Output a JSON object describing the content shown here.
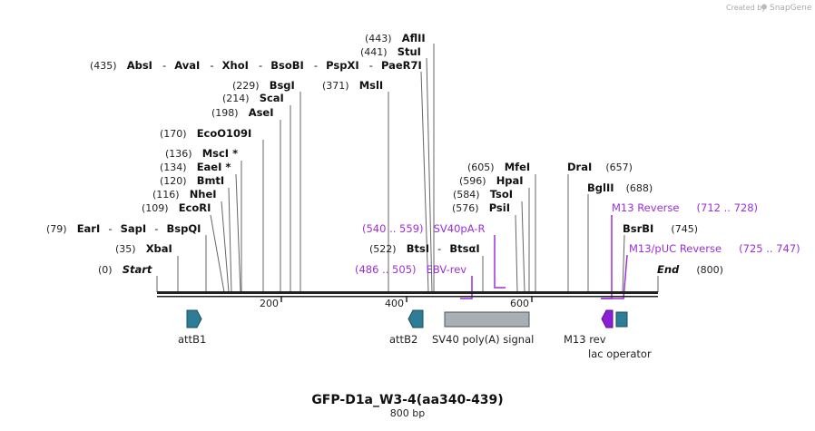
{
  "credit": {
    "created_by": "Created by",
    "brand": "SnapGene"
  },
  "title": "GFP-D1a_W3-4(aa340-439)",
  "subtitle": "800 bp",
  "ends": {
    "start": {
      "pos": "(0)",
      "label": "Start"
    },
    "end": {
      "pos": "(800)",
      "label": "End"
    }
  },
  "ticks": [
    "200",
    "400",
    "600"
  ],
  "sites": {
    "xbai": {
      "pos": "(35)",
      "name": "XbaI"
    },
    "eari": {
      "pos": "(79)",
      "name": "EarI"
    },
    "sapi": {
      "name": "SapI"
    },
    "bspqi": {
      "name": "BspQI"
    },
    "ecori": {
      "pos": "(109)",
      "name": "EcoRI"
    },
    "nhei": {
      "pos": "(116)",
      "name": "NheI"
    },
    "bmti": {
      "pos": "(120)",
      "name": "BmtI"
    },
    "eaei": {
      "pos": "(134)",
      "name": "EaeI *"
    },
    "msci": {
      "pos": "(136)",
      "name": "MscI *"
    },
    "ecoo": {
      "pos": "(170)",
      "name": "EcoO109I"
    },
    "asei": {
      "pos": "(198)",
      "name": "AseI"
    },
    "scai": {
      "pos": "(214)",
      "name": "ScaI"
    },
    "bsgi": {
      "pos": "(229)",
      "name": "BsgI"
    },
    "absi": {
      "pos": "(435)",
      "name": "AbsI"
    },
    "avai": {
      "name": "AvaI"
    },
    "xhoi": {
      "name": "XhoI"
    },
    "bsobi": {
      "name": "BsoBI"
    },
    "pspxi": {
      "name": "PspXI"
    },
    "paer7i": {
      "name": "PaeR7I"
    },
    "msli": {
      "pos": "(371)",
      "name": "MslI"
    },
    "stui": {
      "pos": "(441)",
      "name": "StuI"
    },
    "aflii": {
      "pos": "(443)",
      "name": "AflII"
    },
    "btsi": {
      "pos": "(522)",
      "name": "BtsI"
    },
    "btsai": {
      "name": "BtsαI"
    },
    "psii": {
      "pos": "(576)",
      "name": "PsiI"
    },
    "tsoi": {
      "pos": "(584)",
      "name": "TsoI"
    },
    "hpai": {
      "pos": "(596)",
      "name": "HpaI"
    },
    "mfei": {
      "pos": "(605)",
      "name": "MfeI"
    },
    "drai": {
      "pos": "(657)",
      "name": "DraI"
    },
    "bglii": {
      "pos": "(688)",
      "name": "BglII"
    },
    "bsrbi": {
      "pos": "(745)",
      "name": "BsrBI"
    }
  },
  "primers": {
    "sv40pa_r": {
      "range": "(540 .. 559)",
      "name": "SV40pA-R"
    },
    "ebv_rev": {
      "range": "(486 .. 505)",
      "name": "EBV-rev"
    },
    "m13_reverse": {
      "name": "M13 Reverse",
      "range": "(712 .. 728)"
    },
    "m13_puc": {
      "name": "M13/pUC Reverse",
      "range": "(725 .. 747)"
    }
  },
  "features": {
    "attb1": "attB1",
    "attb2": "attB2",
    "sv40": "SV40 poly(A) signal",
    "m13rev": "M13 rev",
    "lacop": "lac operator"
  },
  "colors": {
    "feature_teal": "#2e7d96",
    "feature_gray": "#a8b0b5",
    "primer_purple": "#9b30d9",
    "m13_arrow": "#8a1fd6"
  }
}
